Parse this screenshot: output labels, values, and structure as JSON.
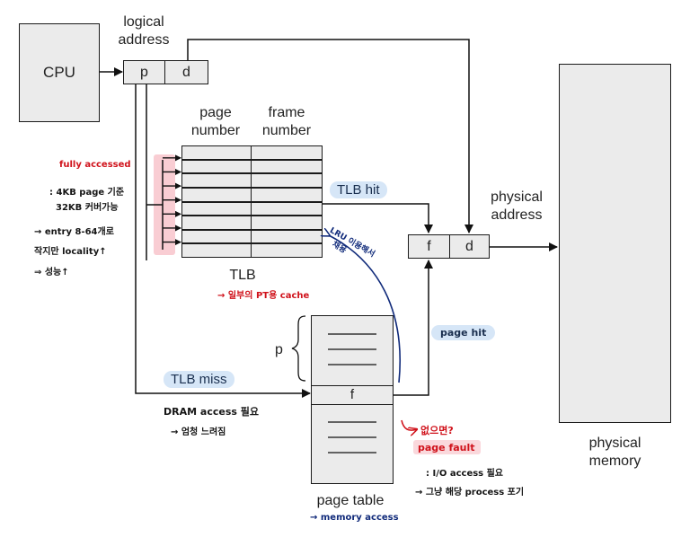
{
  "cpu": {
    "label": "CPU"
  },
  "logical_address": {
    "title_line1": "logical",
    "title_line2": "address",
    "p": "p",
    "d": "d"
  },
  "tlb": {
    "header_page_line1": "page",
    "header_page_line2": "number",
    "header_frame_line1": "frame",
    "header_frame_line2": "number",
    "rows": 8,
    "label": "TLB",
    "note": "→ 일부의 PT용 cache"
  },
  "tlb_hit": {
    "label": "TLB hit"
  },
  "tlb_miss": {
    "label": "TLB miss"
  },
  "physical_address": {
    "title_line1": "physical",
    "title_line2": "address",
    "f": "f",
    "d": "d"
  },
  "physical_memory": {
    "line1": "physical",
    "line2": "memory"
  },
  "page_table": {
    "p_label": "p",
    "f_label": "f",
    "label": "page table",
    "note": "→ memory access"
  },
  "page_hit": {
    "label": "page hit"
  },
  "lru_note": {
    "line1": "LRU 이용해서",
    "line2": "채용"
  },
  "left_notes": {
    "title": "fully accessed",
    "line1": ": 4KB page 기준",
    "line2": "32KB 커버가능",
    "line3": "→ entry 8-64개로",
    "line4": "작지만 locality↑",
    "line5": "⇒ 성능↑"
  },
  "dram_notes": {
    "line1": "DRAM access 필요",
    "line2": "→ 엄청 느려짐"
  },
  "fault_notes": {
    "question": "없으면?",
    "title": "page fault",
    "line1": ": I/O access 필요",
    "line2": "→ 그냥 해당 process 포기"
  },
  "colors": {
    "handwriting_red": "#d0121b",
    "handwriting_navy": "#102a7a",
    "highlight_blue": "#d6e6f7",
    "highlight_pink": "#f6b8c0",
    "box_fill": "#ebebeb"
  }
}
